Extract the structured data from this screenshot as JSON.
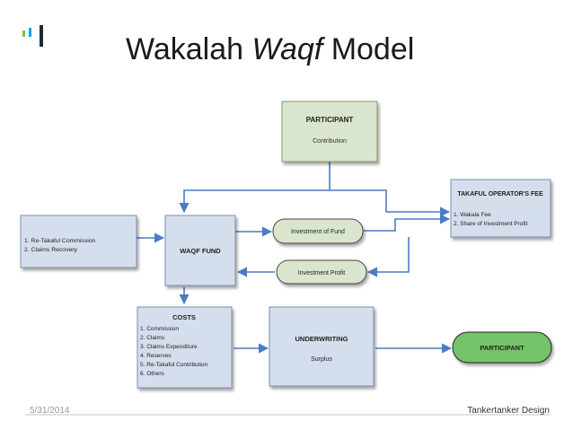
{
  "slide": {
    "title_part1": "Wakalah",
    "title_italic": "Waqf",
    "title_part2": "Model",
    "date": "5/31/2014",
    "brand": "Tankertanker Design"
  },
  "diagram": {
    "participant_top": {
      "title": "PARTICIPANT",
      "sub": "Contribution"
    },
    "operator_fee": {
      "title": "TAKAFUL OPERATOR'S FEE",
      "line1": "1. Wakala Fee",
      "line2": "2. Share of Investment Profit"
    },
    "retakaful": {
      "line1": "1. Re-Takaful Commission",
      "line2": "2. Claims Recovery"
    },
    "waqf_fund": {
      "title": "WAQF FUND"
    },
    "investment_fund": {
      "title": "Investment of Fund"
    },
    "investment_profit": {
      "title": "Investment Profit"
    },
    "costs": {
      "title": "COSTS",
      "items": [
        "1. Commission",
        "2. Claims",
        "3. Claims Expenditure",
        "4. Reserves",
        "5. Re-Takaful Contribution",
        "6. Others"
      ]
    },
    "underwriting": {
      "title": "UNDERWRITING",
      "sub": "Surplus"
    },
    "participant_bottom": {
      "title": "PARTICIPANT"
    }
  },
  "colors": {
    "box_blue": "#d5deed",
    "box_green": "#d9e5cc",
    "pill_green": "#74c36a",
    "arrow": "#4a7cc4"
  }
}
